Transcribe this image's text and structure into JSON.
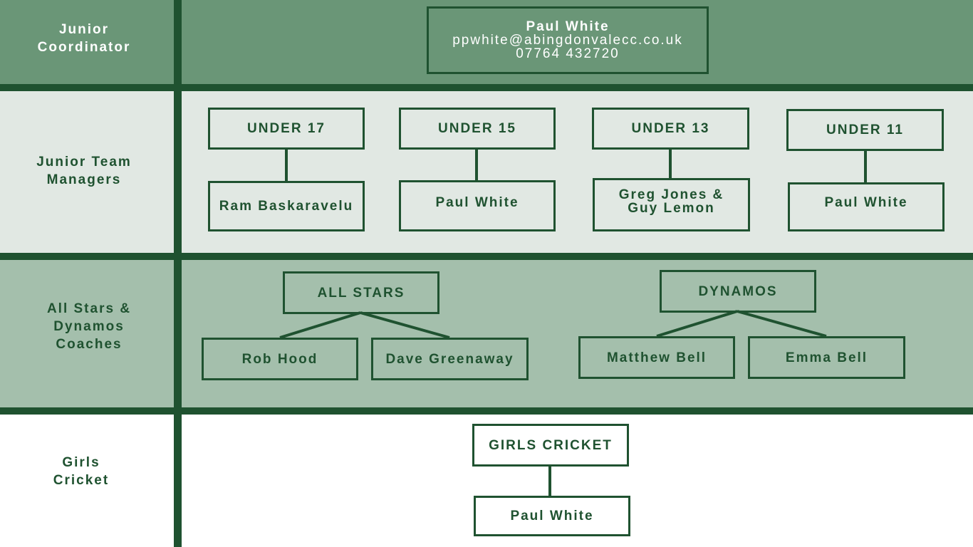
{
  "colors": {
    "dark_green": "#1f5230",
    "row1_bg": "#6a9677",
    "row2_bg": "#e1e8e3",
    "row3_bg": "#a4bfac",
    "row4_bg": "#ffffff"
  },
  "rows": {
    "coordinator": {
      "label": [
        "Junior",
        "Coordinator"
      ]
    },
    "managers": {
      "label": [
        "Junior Team",
        "Managers"
      ]
    },
    "coaches": {
      "label": [
        "All Stars &",
        "Dynamos",
        "Coaches"
      ]
    },
    "girls": {
      "label": [
        "Girls",
        "Cricket"
      ]
    }
  },
  "coordinator": {
    "name": "Paul White",
    "email": "ppwhite@abingdonvalecc.co.uk",
    "phone": "07764 432720"
  },
  "teams": [
    {
      "team": "UNDER 17",
      "manager": [
        "Ram Baskaravelu"
      ]
    },
    {
      "team": "UNDER 15",
      "manager": [
        "Paul White"
      ]
    },
    {
      "team": "UNDER 13",
      "manager": [
        "Greg Jones &",
        "Guy Lemon"
      ]
    },
    {
      "team": "UNDER 11",
      "manager": [
        "Paul White"
      ]
    }
  ],
  "groups": [
    {
      "name": "ALL STARS",
      "coaches": [
        "Rob Hood",
        "Dave Greenaway"
      ]
    },
    {
      "name": "DYNAMOS",
      "coaches": [
        "Matthew Bell",
        "Emma Bell"
      ]
    }
  ],
  "girls_cricket": {
    "name": "GIRLS CRICKET",
    "contact": "Paul White"
  }
}
